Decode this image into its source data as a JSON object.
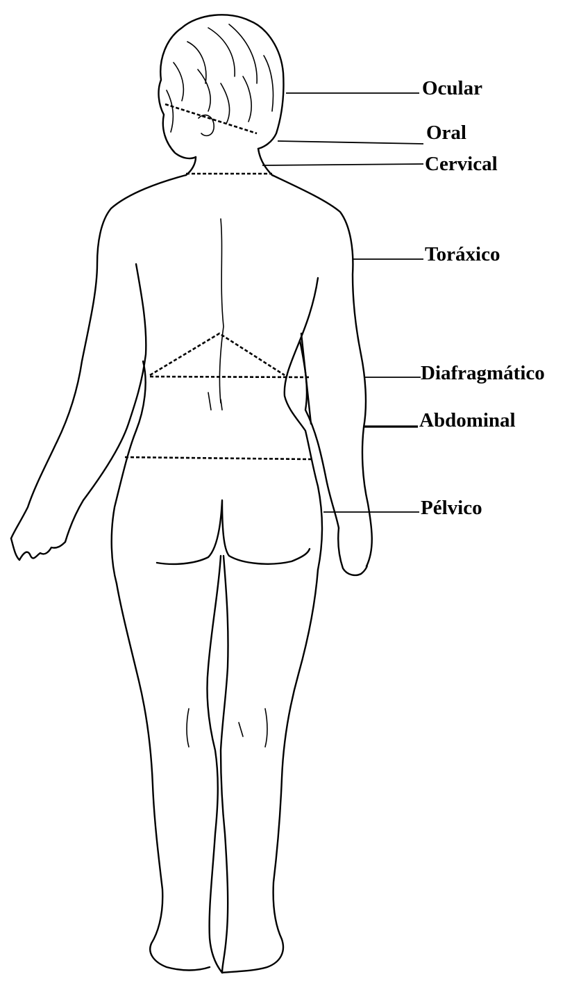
{
  "figure": {
    "labels": [
      {
        "id": "ocular",
        "text": "Ocular"
      },
      {
        "id": "oral",
        "text": "Oral"
      },
      {
        "id": "cervical",
        "text": "Cervical"
      },
      {
        "id": "toraxico",
        "text": "Toráxico"
      },
      {
        "id": "diafragmatico",
        "text": "Diafragmático"
      },
      {
        "id": "abdominal",
        "text": "Abdominal"
      },
      {
        "id": "pelvico",
        "text": "Pélvico"
      }
    ]
  }
}
